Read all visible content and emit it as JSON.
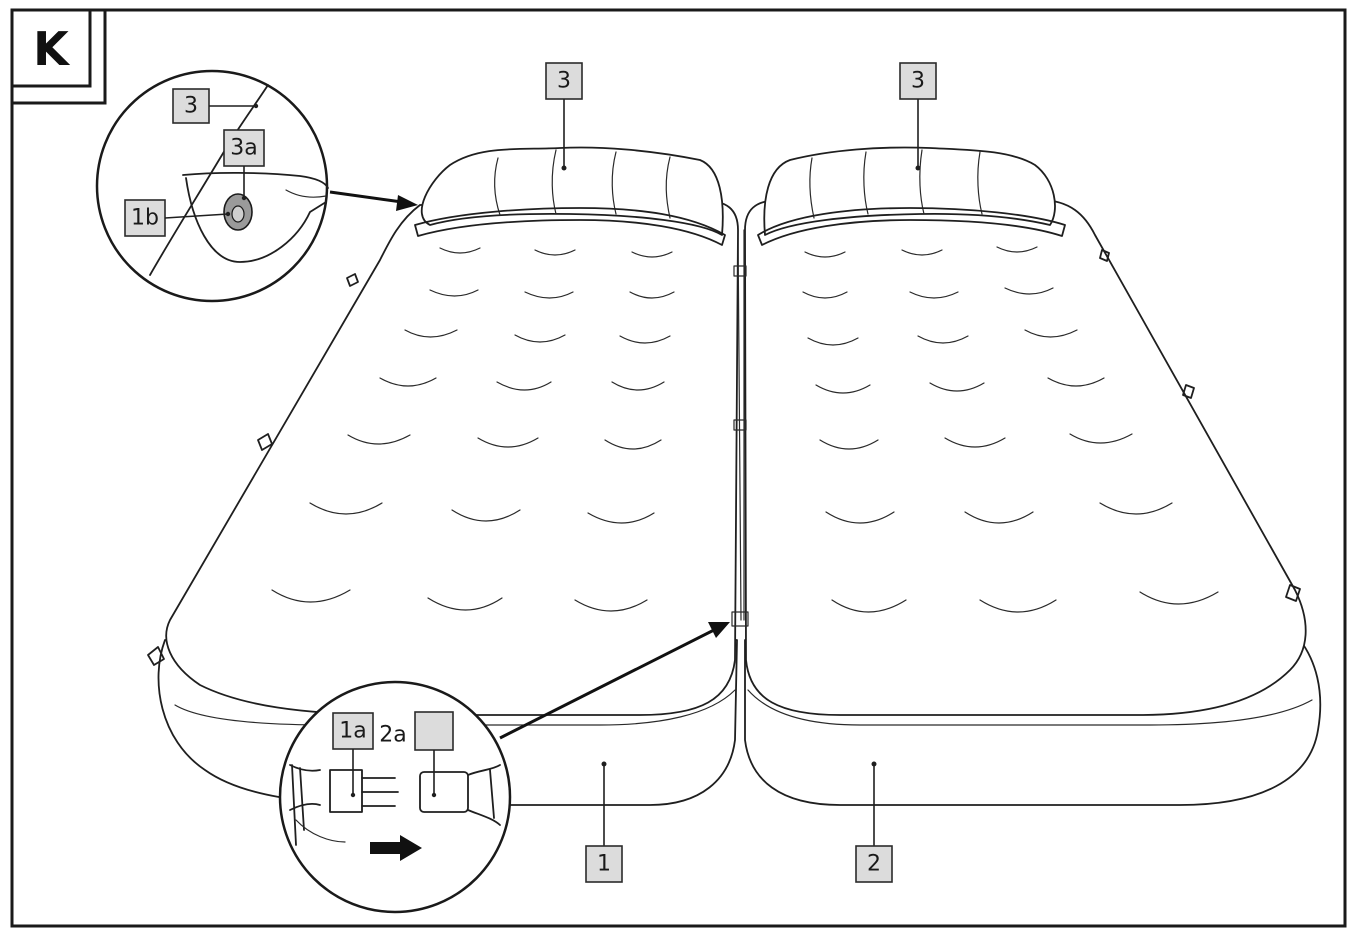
{
  "figure": {
    "panel_letter": "K"
  },
  "labels": {
    "mattress_1": "1",
    "mattress_2": "2",
    "pillow_left": "3",
    "pillow_right": "3",
    "inset_pillow": "3",
    "inset_valve": "3a",
    "inset_connector_1b": "1b",
    "inset_buckle_1a": "1a",
    "inset_buckle_2a": "2a"
  },
  "icons": {
    "direction_arrow": "right-arrow-icon"
  }
}
